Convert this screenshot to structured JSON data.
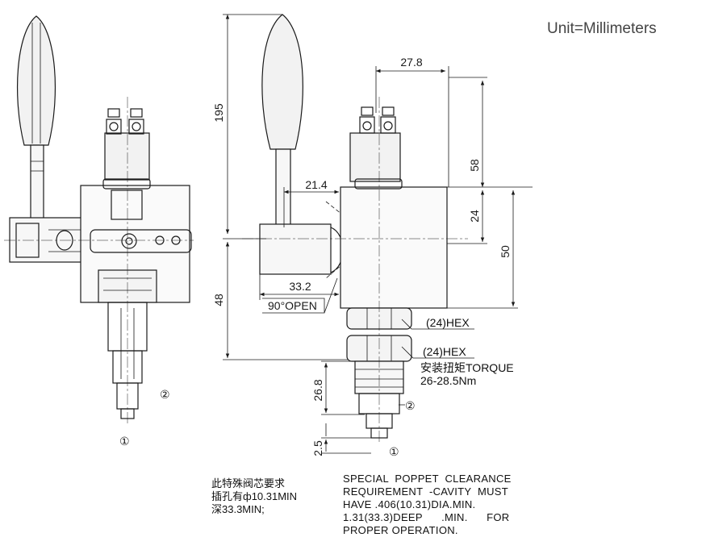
{
  "unit_label": "Unit=Millimeters",
  "dimensions": {
    "d195": "195",
    "d27_8": "27.8",
    "d58": "58",
    "d21_4": "21.4",
    "d24": "24",
    "d50": "50",
    "d33_2": "33.2",
    "open_label": "90°OPEN",
    "d48": "48",
    "d26_8": "26.8",
    "d2_5": "2.5"
  },
  "callouts": {
    "hex_upper": "(24)HEX",
    "hex_lower": "(24)HEX",
    "torque_cn": "安装扭矩TORQUE",
    "torque_value": "26-28.5Nm",
    "port_1": "①",
    "port_2": "②"
  },
  "notes": {
    "cn": [
      "此特殊阀芯要求",
      "插孔有ф10.31MIN",
      "深33.3MIN;"
    ],
    "en": [
      "SPECIAL  POPPET  CLEARANCE",
      "REQUIREMENT  -CAVITY  MUST",
      "HAVE .406(10.31)DIA.MIN.",
      "1.31(33.3)DEEP      .MIN.      FOR",
      "PROPER OPERATION."
    ]
  }
}
